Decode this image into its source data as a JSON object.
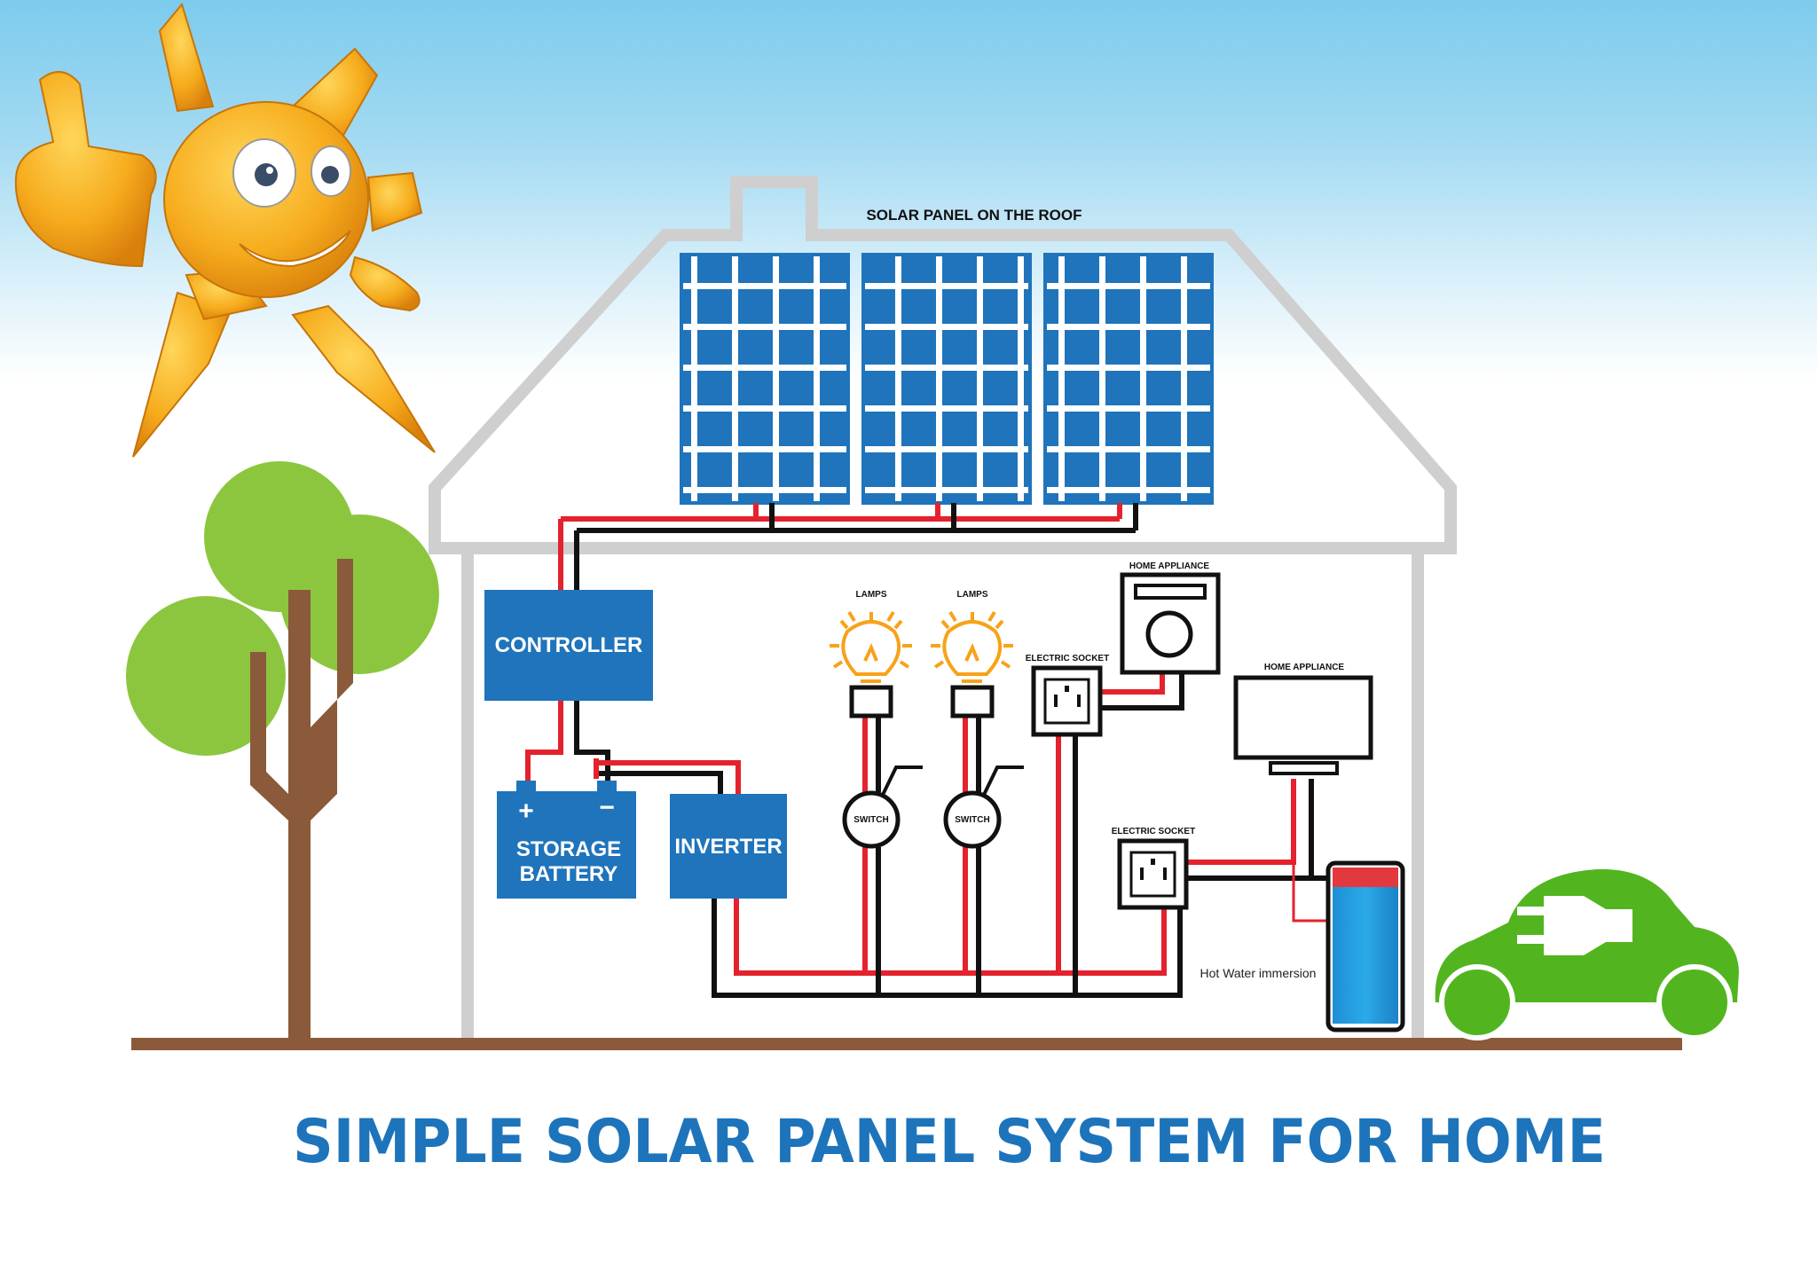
{
  "title": "SIMPLE SOLAR PANEL SYSTEM FOR HOME",
  "labels": {
    "roof": "SOLAR PANEL ON THE ROOF",
    "controller": "CONTROLLER",
    "storage_line1": "STORAGE",
    "storage_line2": "BATTERY",
    "inverter": "INVERTER",
    "lamps1": "LAMPS",
    "lamps2": "LAMPS",
    "switch1": "SWITCH",
    "switch2": "SWITCH",
    "socket_upper": "ELECTRIC SOCKET",
    "socket_lower": "ELECTRIC SOCKET",
    "appliance_washer": "HOME APPLIANCE",
    "appliance_tv": "HOME APPLIANCE",
    "hot_water": "Hot Water immersion"
  },
  "colors": {
    "box_blue": "#1f74bb",
    "title_blue": "#1d74bb",
    "wire_red": "#e4222d",
    "wire_black": "#111111",
    "house_outline": "#cfcfcf",
    "ground": "#8a5a3a",
    "tree_green": "#8cc63f",
    "car_green": "#52b51f",
    "sun_gold": "#f4a81c"
  }
}
